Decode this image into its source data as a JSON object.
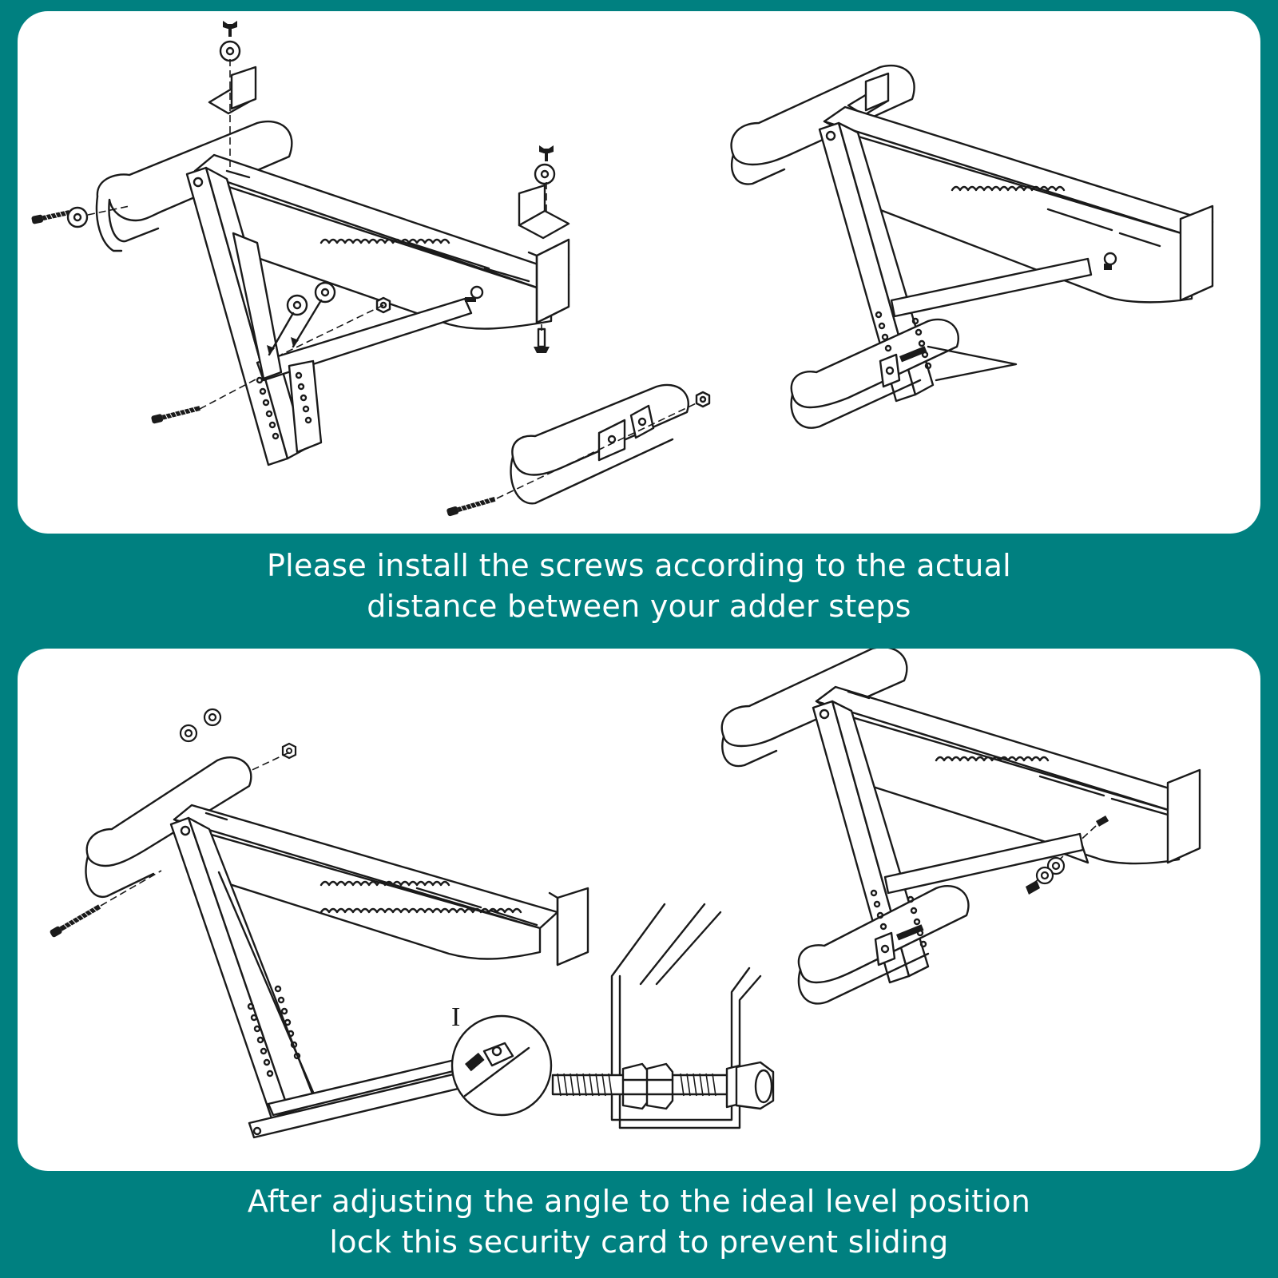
{
  "captions": {
    "top": {
      "line1": "Please install the screws according to the actual",
      "line2": "distance between your adder steps"
    },
    "bottom": {
      "line1": "After adjusting the angle to the ideal level position",
      "line2": "lock this security card to prevent sliding"
    }
  },
  "diagram": {
    "detail_label": "I"
  },
  "colors": {
    "background": "#008080",
    "panel": "#ffffff",
    "line": "#1a1a1a",
    "caption_text": "#ffffff"
  }
}
